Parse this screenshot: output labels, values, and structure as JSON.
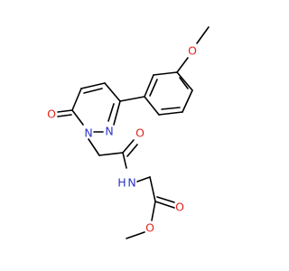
{
  "molecule": {
    "atoms": {
      "o_methoxy": "O",
      "o_ring_ketone": "O",
      "n_ring_1": "N",
      "n_ring_2": "N",
      "o_amide": "O",
      "n_amide": "N",
      "h_amide": "H",
      "o_ester_carbonyl": "O",
      "o_ester": "O"
    },
    "colors": {
      "carbon_bond": "#000000",
      "oxygen": "#e0261c",
      "nitrogen": "#2b35c8"
    }
  }
}
